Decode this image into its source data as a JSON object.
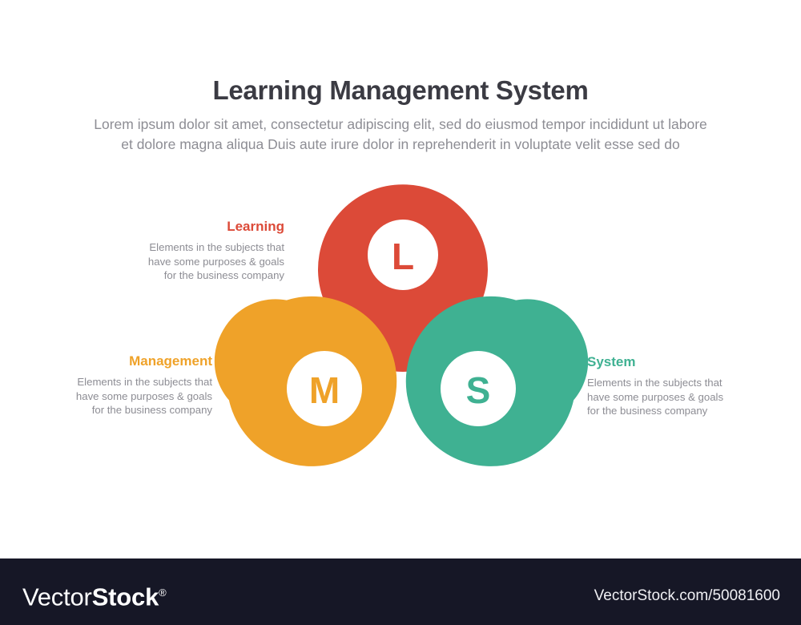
{
  "header": {
    "title": "Learning Management System",
    "subtitle_line1": "Lorem ipsum dolor sit amet, consectetur adipiscing elit, sed do eiusmod tempor incididunt ut labore",
    "subtitle_line2": "et dolore magna aliqua Duis aute irure dolor in reprehenderit in voluptate velit esse sed do"
  },
  "colors": {
    "learning": "#DC4A38",
    "management": "#EFA229",
    "system": "#3FB192",
    "title": "#3B3B43",
    "body_text": "#8D8D94",
    "footer_bg": "#161726",
    "white": "#FFFFFF"
  },
  "diagram": {
    "type": "three-pin-cluster",
    "segments": [
      {
        "key": "learning",
        "letter": "L",
        "title": "Learning",
        "color": "#DC4A38",
        "desc_line1": "Elements in the subjects that",
        "desc_line2": "have  some purposes & goals",
        "desc_line3": "for the  business company"
      },
      {
        "key": "management",
        "letter": "M",
        "title": "Management",
        "color": "#EFA229",
        "desc_line1": "Elements in the subjects that",
        "desc_line2": "have  some purposes & goals",
        "desc_line3": "for the  business company"
      },
      {
        "key": "system",
        "letter": "S",
        "title": "System",
        "color": "#3FB192",
        "desc_line1": "Elements in the subjects that",
        "desc_line2": "have  some purposes & goals",
        "desc_line3": "for the  business company"
      }
    ]
  },
  "footer": {
    "logo_light": "Vector",
    "logo_bold": "Stock",
    "logo_mark": "®",
    "url": "VectorStock.com/50081600"
  }
}
